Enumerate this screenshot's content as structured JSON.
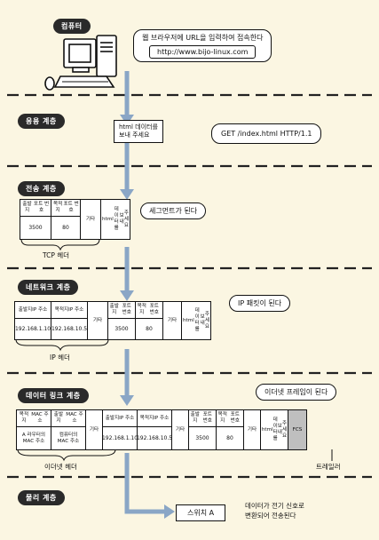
{
  "layers": {
    "computer": "컴퓨터",
    "application": "응용 계층",
    "transport": "전송 계층",
    "network": "네트워크 계층",
    "datalink": "데이터 링크 계층",
    "physical": "물리 계층"
  },
  "bubbles": {
    "browser_line1": "웹 브라우저에 URL을 입력하여 접속한다",
    "url": "http://www.bijo-linux.com",
    "get": "GET /index.html HTTP/1.1",
    "segment": "세그먼트가 된다",
    "ip_packet": "IP 패킷이 된다",
    "frame": "이더넷 프레임이 된다"
  },
  "app_box": {
    "line1": "html 데이터를",
    "line2": "보내 주세요"
  },
  "fields": {
    "src_port": [
      "출발지",
      "포트 번호"
    ],
    "dst_port": [
      "목적지",
      "포트 번호"
    ],
    "src_ip": [
      "출발지",
      "IP 주소"
    ],
    "dst_ip": [
      "목적지",
      "IP 주소"
    ],
    "dst_mac": [
      "목적지",
      "MAC 주소"
    ],
    "src_mac": [
      "출발지",
      "MAC 주소"
    ],
    "dst_mac_val": [
      "A 라우터의",
      "MAC 주소"
    ],
    "src_mac_val": [
      "컴퓨터의",
      "MAC 주소"
    ],
    "etc": "기타",
    "data": [
      "html",
      "데이터를",
      "보내",
      "주세요"
    ],
    "fcs": "FCS"
  },
  "values": {
    "src_port": "3500",
    "dst_port": "80",
    "src_ip": "192.168.1.10",
    "dst_ip": "192.168.10.5"
  },
  "labels": {
    "tcp_header": "TCP 헤더",
    "ip_header": "IP 헤더",
    "eth_header": "이더넷 헤더",
    "trailer": "트레일러"
  },
  "switch": "스위치 A",
  "physical_note": {
    "line1": "데이터가 전기 신호로",
    "line2": "변환되어 전송된다"
  },
  "colors": {
    "arrow": "#8aa6c6",
    "label_bg": "#2a2a2a",
    "background": "#fbf6e2"
  }
}
